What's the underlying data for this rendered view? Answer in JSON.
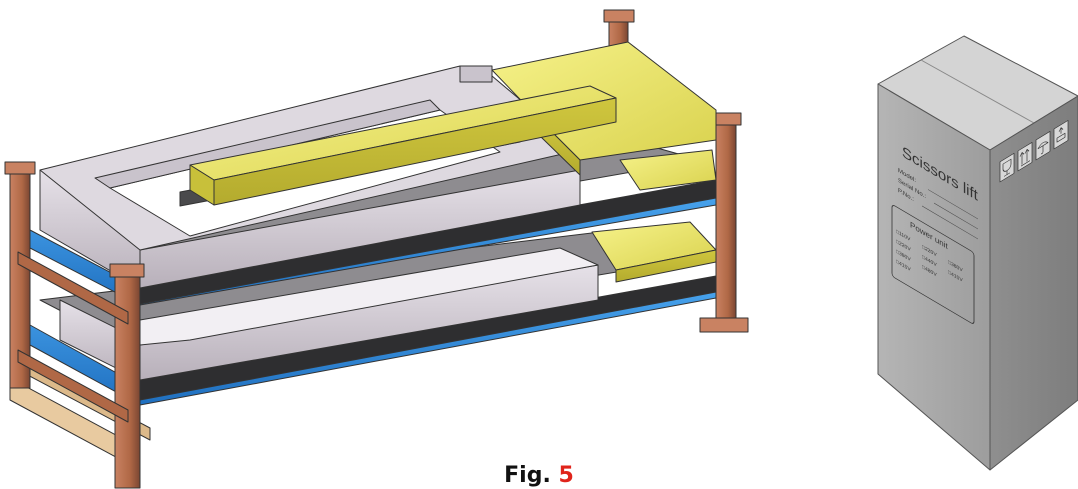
{
  "box": {
    "title": "Scissors lift",
    "fields": [
      "Model:",
      "Serial No.:",
      "P.No.:"
    ],
    "power_title": "Power unit",
    "power_options": [
      [
        "□110V",
        "□220V",
        "□380V"
      ],
      [
        "□220V",
        "□440V",
        "□415V"
      ],
      [
        "□380V",
        "□480V"
      ],
      [
        "□415V"
      ]
    ],
    "handling_icons": [
      "fragile-icon",
      "this-way-up-icon",
      "keep-dry-icon",
      "stacking-limit-icon"
    ]
  },
  "caption": {
    "label": "Fig.",
    "number": "5"
  },
  "colors": {
    "frame_copper": "#b9714f",
    "frame_dark": "#7a4632",
    "blue_base": "#2d8fe0",
    "gray_metal": "#c9c3cc",
    "dark_beam": "#2e2e30",
    "yellow_foam": "#eee96a",
    "wood": "#e8caa0",
    "box_gray": "#a8a8a8",
    "caption_red": "#e0241b"
  }
}
